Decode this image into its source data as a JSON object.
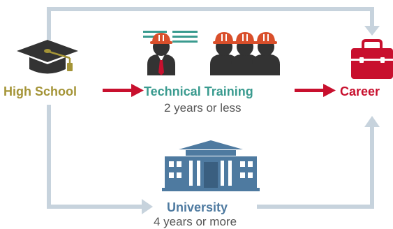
{
  "nodes": {
    "high_school": {
      "label": "High School"
    },
    "technical_training": {
      "label": "Technical Training",
      "sublabel": "2 years or less"
    },
    "career": {
      "label": "Career"
    },
    "university": {
      "label": "University",
      "sublabel": "4 years or more"
    }
  },
  "icons": {
    "high_school": "graduation-cap-icon",
    "technical_training": "hard-hat-workers-icon",
    "career": "briefcase-icon",
    "university": "university-building-icon"
  },
  "colors": {
    "high_school": "#a49437",
    "technical_training": "#3a9b8f",
    "career": "#c8102e",
    "university": "#4e7aa0",
    "connector": "#c7d3dd",
    "sublabel": "#555555"
  }
}
